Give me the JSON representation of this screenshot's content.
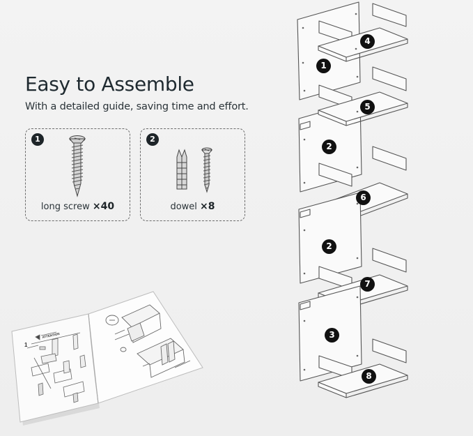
{
  "header": {
    "title": "Easy to Assemble",
    "subtitle": "With a detailed guide, saving time and effort."
  },
  "parts": [
    {
      "number": "1",
      "name": "long screw",
      "quantity": "×40",
      "icon": "long-screw-icon"
    },
    {
      "number": "2",
      "name": "dowel",
      "quantity": "×8",
      "icon": "dowel-icon"
    }
  ],
  "shelf_steps": [
    "4",
    "1",
    "5",
    "2",
    "6",
    "2",
    "7",
    "3",
    "8"
  ],
  "booklet": {
    "warning_label": "ATTENTION",
    "step_label": "1"
  },
  "colors": {
    "background": "#f0f0f0",
    "text": "#1f2a30",
    "badge": "#1d2428",
    "line": "#555555"
  }
}
